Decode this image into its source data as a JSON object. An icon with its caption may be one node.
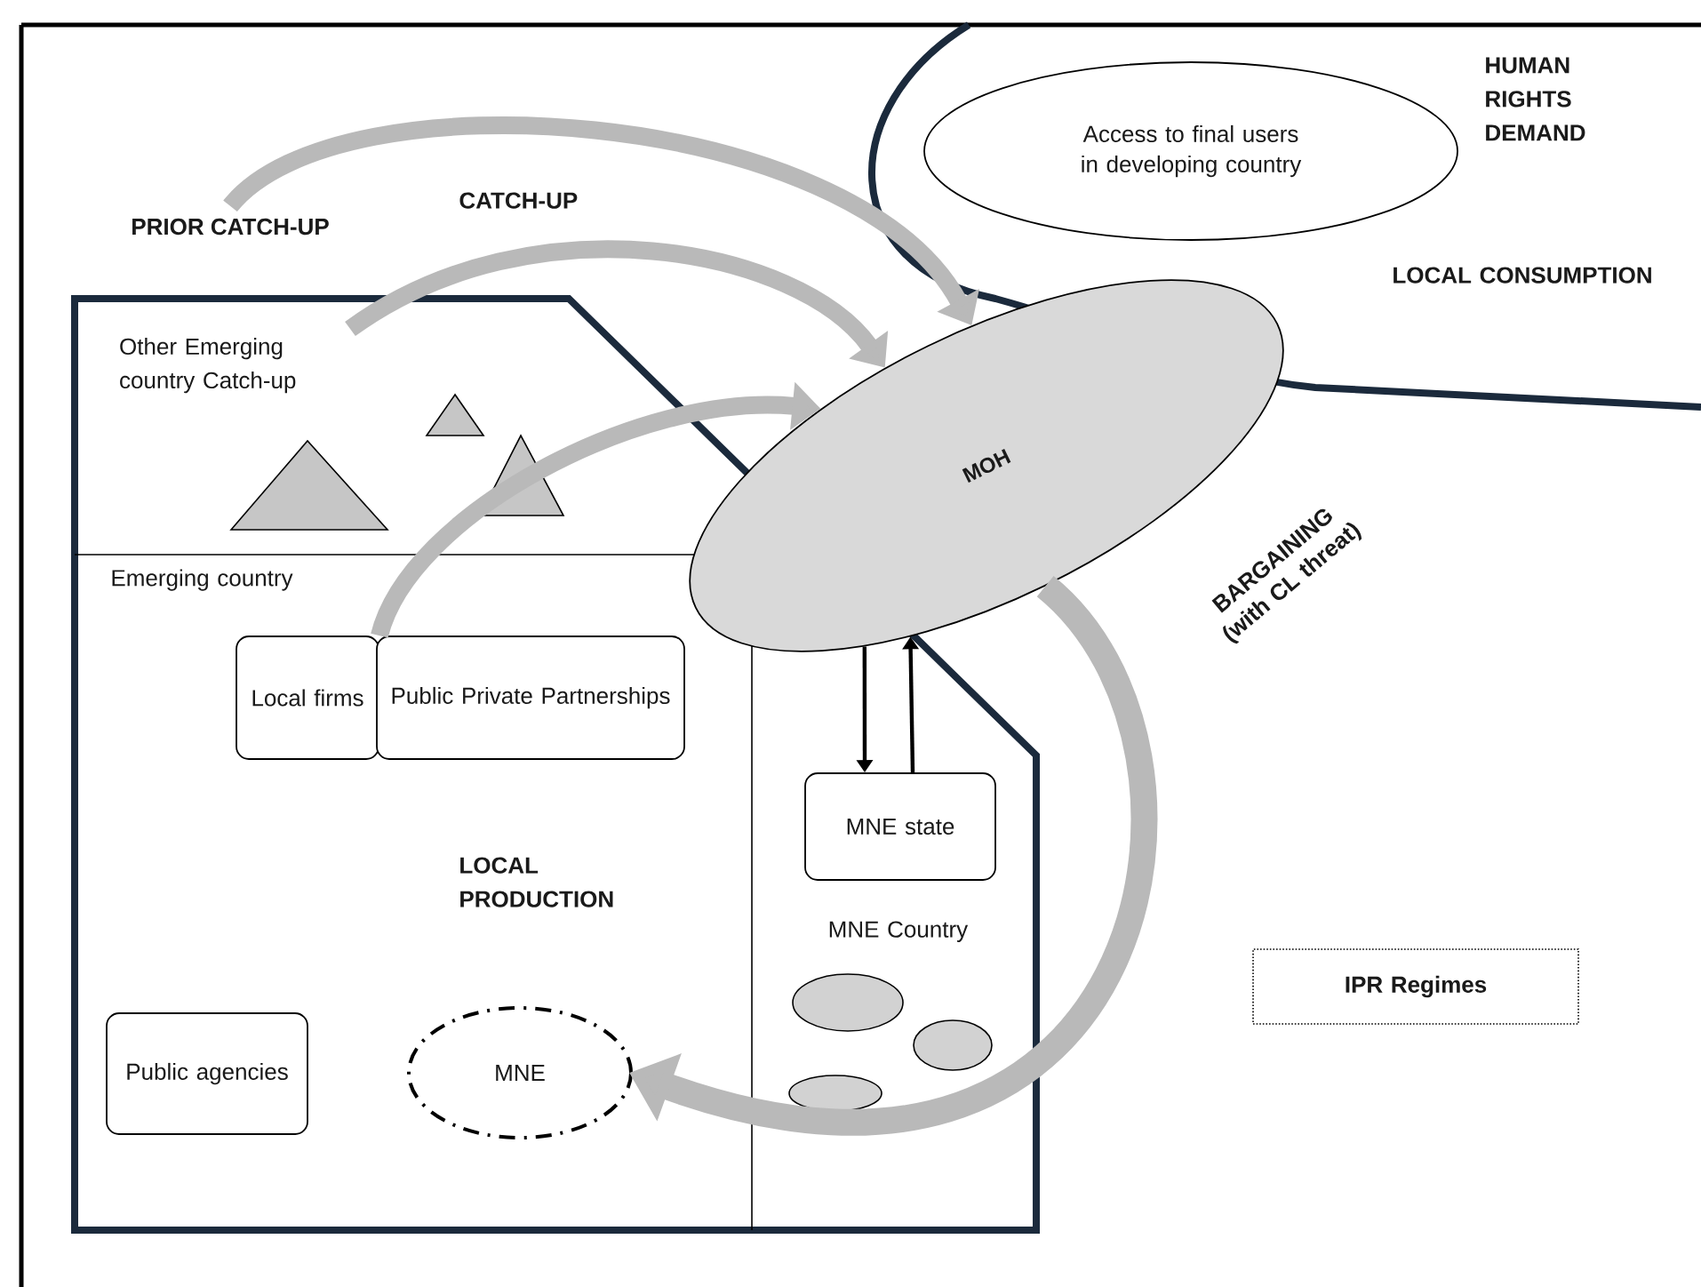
{
  "diagram": {
    "nodes": [
      {
        "text": [
          "Other Emerging country Catch-up"
        ]
      },
      {
        "text": [
          "Local firms"
        ]
      },
      {
        "text": [
          "Public Private Partnerships"
        ]
      },
      {
        "text": [
          "Public agencies"
        ]
      },
      {
        "text": [
          "MNE"
        ]
      },
      {
        "text": [
          "MNE state"
        ]
      },
      {
        "text": [
          "MOH"
        ]
      },
      {
        "text": [
          "Access to final users in developing country"
        ]
      },
      {
        "text": [
          "IPR Regimes"
        ]
      },
      {
        "text": [
          "PRIOR CATCH-UP"
        ]
      }
    ],
    "edges": [
      {
        "from": 9,
        "to": 6,
        "arrow": "to"
      },
      {
        "from": 0,
        "to": 6,
        "arrow": "to"
      },
      {
        "from": 1,
        "to": 6,
        "arrow": "to"
      },
      {
        "from": 6,
        "to": 4,
        "arrow": "to",
        "label": "BARGAINING (with CL threat)"
      },
      {
        "from": 6,
        "to": 5,
        "arrow": "to",
        "color": "#000000"
      },
      {
        "from": 5,
        "to": 6,
        "arrow": "to",
        "color": "#000000"
      }
    ],
    "labels": [
      "HUMAN RIGHTS DEMAND",
      "CATCH-UP",
      "LOCAL CONSUMPTION",
      "Emerging country",
      "LOCAL PRODUCTION",
      "MNE Country"
    ]
  }
}
